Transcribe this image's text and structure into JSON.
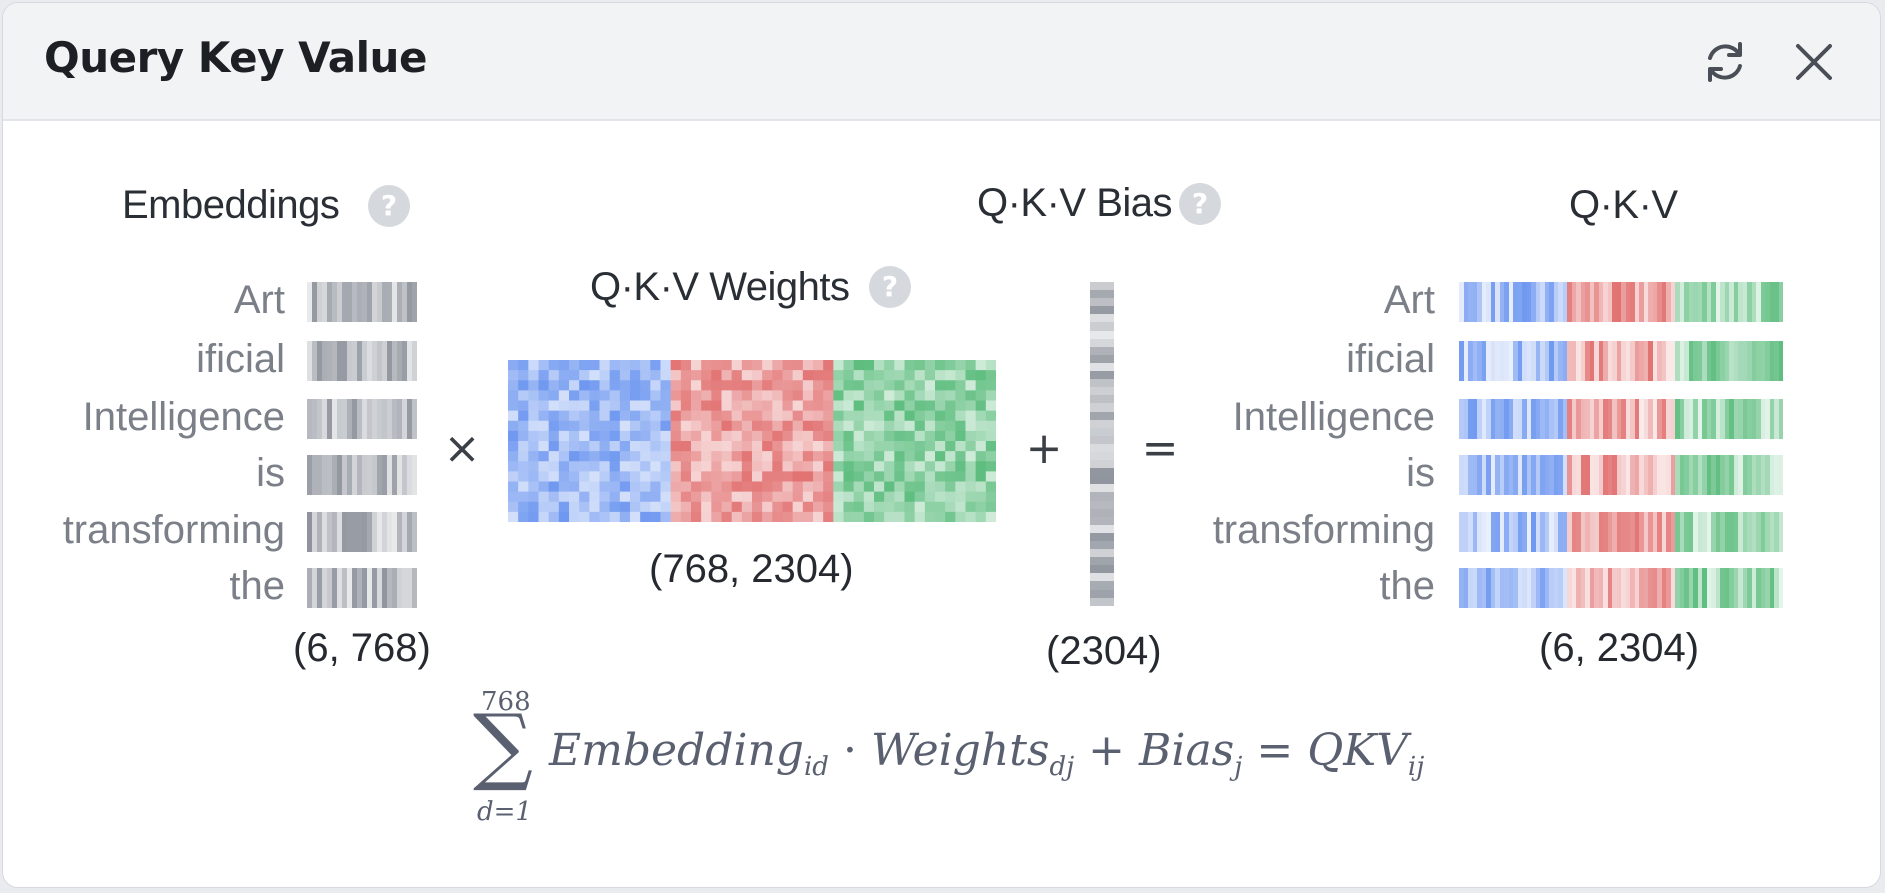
{
  "window": {
    "title": "Query Key Value",
    "refresh_icon": "refresh-icon",
    "close_icon": "close-icon"
  },
  "embeddings": {
    "label": "Embeddings",
    "shape": "(6, 768)",
    "tokens": [
      "Art",
      "ificial",
      "Intelligence",
      "is",
      "transforming",
      "the"
    ]
  },
  "weights": {
    "label": "Q·K·V Weights",
    "shape": "(768, 2304)"
  },
  "bias": {
    "label": "Q·K·V Bias",
    "shape": "(2304)"
  },
  "output": {
    "label": "Q·K·V",
    "shape": "(6, 2304)",
    "tokens": [
      "Art",
      "ificial",
      "Intelligence",
      "is",
      "transforming",
      "the"
    ]
  },
  "operators": {
    "multiply": "×",
    "plus": "+",
    "equals": "="
  },
  "help_symbol": "?",
  "formula": {
    "sum_upper": "768",
    "sum_lower": "d=1",
    "sum_symbol": "∑",
    "term1": "Embedding",
    "term1_sub": "id",
    "dot": "·",
    "term2": "Weights",
    "term2_sub": "dj",
    "plus": "+",
    "term3": "Bias",
    "term3_sub": "j",
    "equals": "=",
    "result": "QKV",
    "result_sub": "ij"
  },
  "colors": {
    "query_blue": "#6f98f0",
    "key_red": "#e27272",
    "value_green": "#5ebd7f",
    "embedding_gray": "#8e939c"
  }
}
